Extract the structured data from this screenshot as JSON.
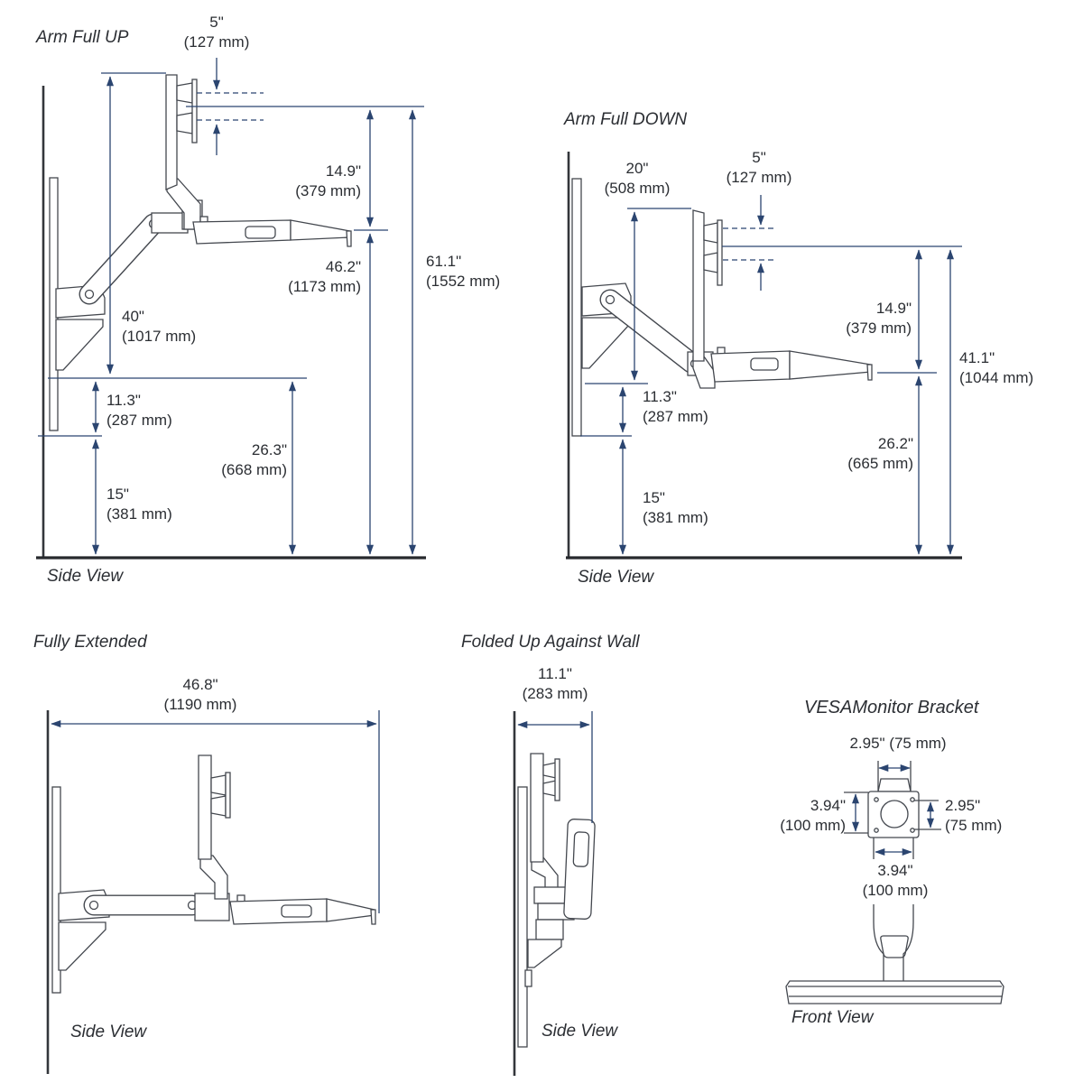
{
  "palette": {
    "dimension_line": "#2b4570",
    "drawing_line": "#44484f",
    "text": "#2b2e33"
  },
  "diagrams": {
    "up": {
      "title": "Arm Full UP",
      "view": "Side View",
      "dims": {
        "lift": {
          "in": "5\"",
          "mm": "(127 mm)"
        },
        "riser": {
          "in": "14.9\"",
          "mm": "(379 mm)"
        },
        "tray_height": {
          "in": "46.2\"",
          "mm": "(1173 mm)"
        },
        "total_height": {
          "in": "61.1\"",
          "mm": "(1552 mm)"
        },
        "monitor_height": {
          "in": "40\"",
          "mm": "(1017 mm)"
        },
        "track": {
          "in": "11.3\"",
          "mm": "(287 mm)"
        },
        "clearance": {
          "in": "26.3\"",
          "mm": "(668 mm)"
        },
        "floor_gap": {
          "in": "15\"",
          "mm": "(381 mm)"
        }
      }
    },
    "down": {
      "title": "Arm Full DOWN",
      "view": "Side View",
      "dims": {
        "drop": {
          "in": "20\"",
          "mm": "(508 mm)"
        },
        "lift": {
          "in": "5\"",
          "mm": "(127 mm)"
        },
        "riser": {
          "in": "14.9\"",
          "mm": "(379 mm)"
        },
        "total_height": {
          "in": "41.1\"",
          "mm": "(1044 mm)"
        },
        "track": {
          "in": "11.3\"",
          "mm": "(287 mm)"
        },
        "clearance": {
          "in": "26.2\"",
          "mm": "(665 mm)"
        },
        "floor_gap": {
          "in": "15\"",
          "mm": "(381 mm)"
        }
      }
    },
    "extended": {
      "title": "Fully Extended",
      "view": "Side View",
      "dims": {
        "reach": {
          "in": "46.8\"",
          "mm": "(1190 mm)"
        }
      }
    },
    "folded": {
      "title": "Folded Up Against Wall",
      "view": "Side View",
      "dims": {
        "depth": {
          "in": "11.1\"",
          "mm": "(283 mm)"
        }
      }
    },
    "vesa": {
      "title": "VESAMonitor Bracket",
      "view": "Front View",
      "dims": {
        "top": "2.95\" (75 mm)",
        "left": {
          "in": "3.94\"",
          "mm": "(100 mm)"
        },
        "right": {
          "in": "2.95\"",
          "mm": "(75 mm)"
        },
        "bottom": {
          "in": "3.94\"",
          "mm": "(100 mm)"
        }
      }
    }
  }
}
